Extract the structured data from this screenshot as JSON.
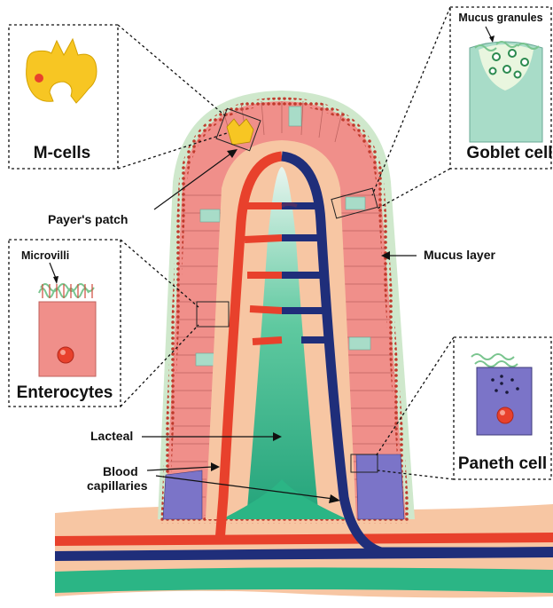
{
  "labels": {
    "m_cells": "M-cells",
    "goblet_cell": "Goblet cell",
    "mucus_granules": "Mucus granules",
    "payers_patch": "Payer's patch",
    "mucus_layer": "Mucus layer",
    "microvilli": "Microvilli",
    "enterocytes": "Enterocytes",
    "lacteal": "Lacteal",
    "blood_capillaries_line1": "Blood",
    "blood_capillaries_line2": "capillaries",
    "paneth_cell": "Paneth cell"
  },
  "colors": {
    "lamina_propria": "#f7c6a3",
    "mucus_layer": "#cfe8cc",
    "enterocyte": "#f08f8a",
    "microvilli_dots": "#c0392b",
    "goblet": "#a8dcc8",
    "paneth": "#7b74c8",
    "m_cell": "#f7c623",
    "artery": "#e8412c",
    "vein": "#1f2e7a",
    "lacteal": "#2bb585"
  }
}
